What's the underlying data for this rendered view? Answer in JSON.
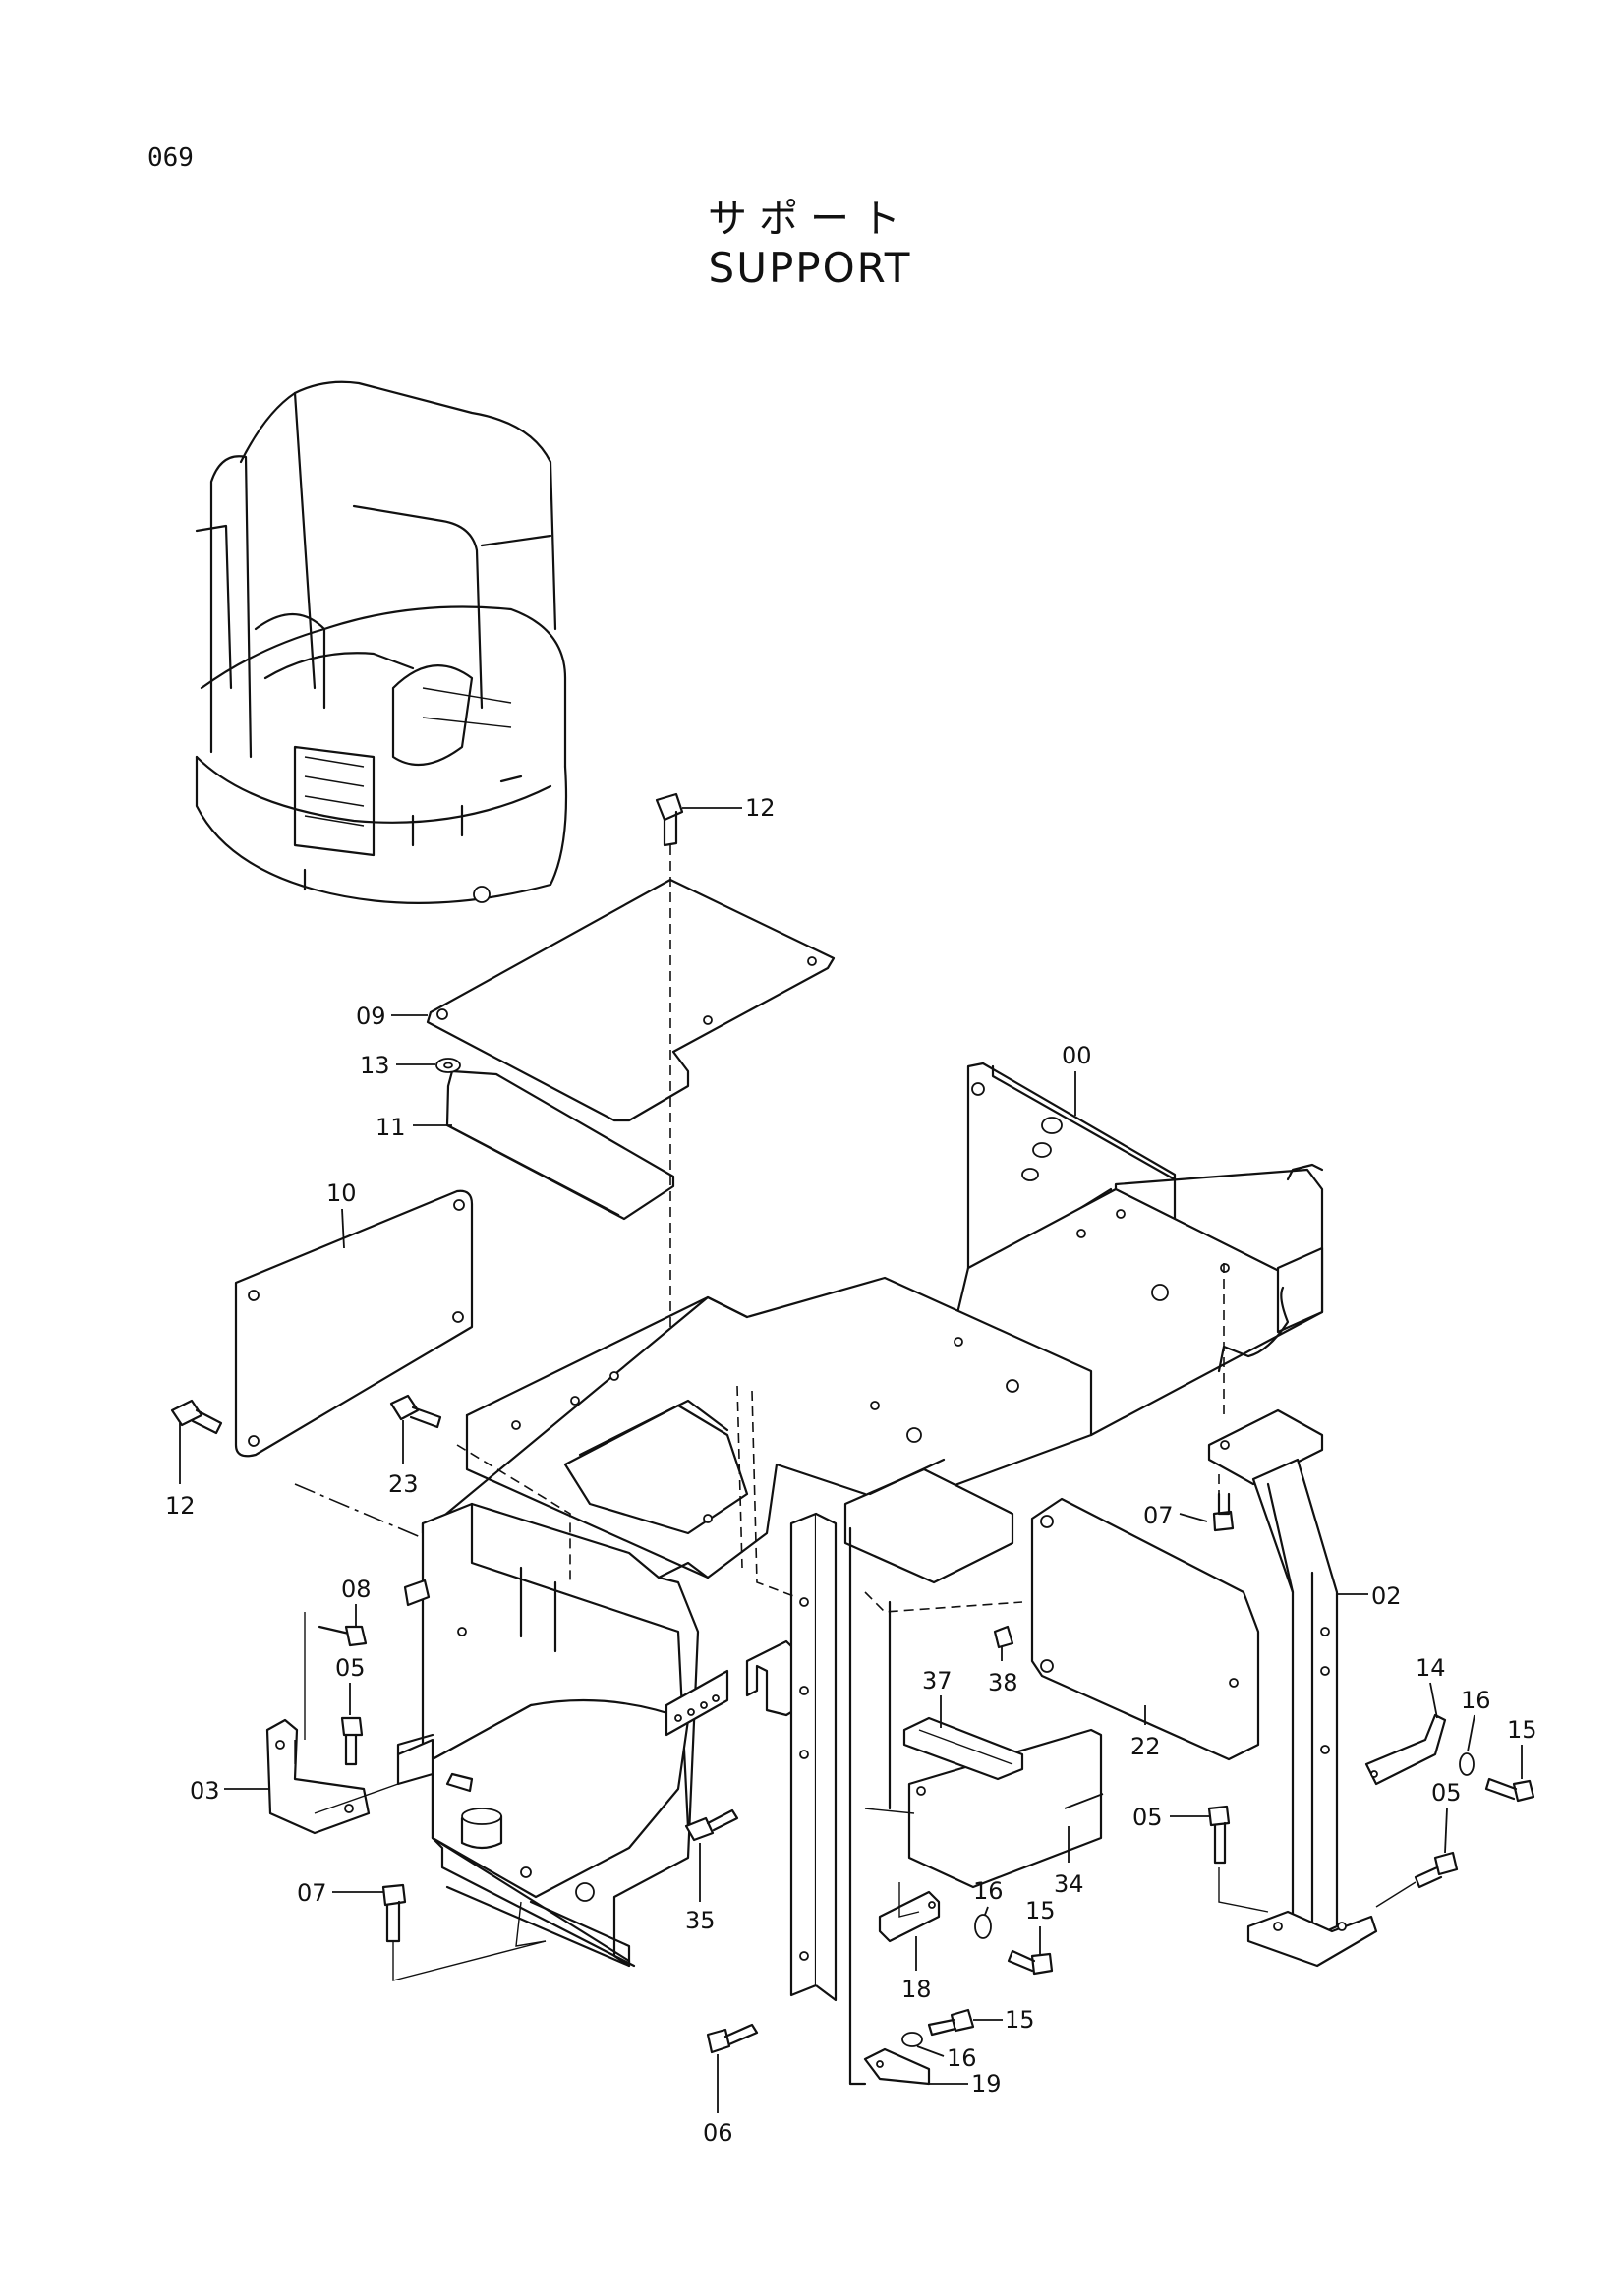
{
  "page_number": "069",
  "title": {
    "japanese": "サポート",
    "english": "SUPPORT"
  },
  "callouts": {
    "c00": "00",
    "c02": "02",
    "c03": "03",
    "c05a": "05",
    "c05b": "05",
    "c05c": "05",
    "c06": "06",
    "c07a": "07",
    "c07b": "07",
    "c08": "08",
    "c09": "09",
    "c10": "10",
    "c11": "11",
    "c12a": "12",
    "c12b": "12",
    "c13": "13",
    "c14": "14",
    "c15a": "15",
    "c15b": "15",
    "c15c": "15",
    "c16a": "16",
    "c16b": "16",
    "c16c": "16",
    "c18": "18",
    "c19": "19",
    "c22": "22",
    "c23": "23",
    "c34": "34",
    "c35": "35",
    "c37": "37",
    "c38": "38"
  },
  "icons": [
    "excavator-cab-overview-icon",
    "bolt-icon",
    "washer-icon"
  ]
}
